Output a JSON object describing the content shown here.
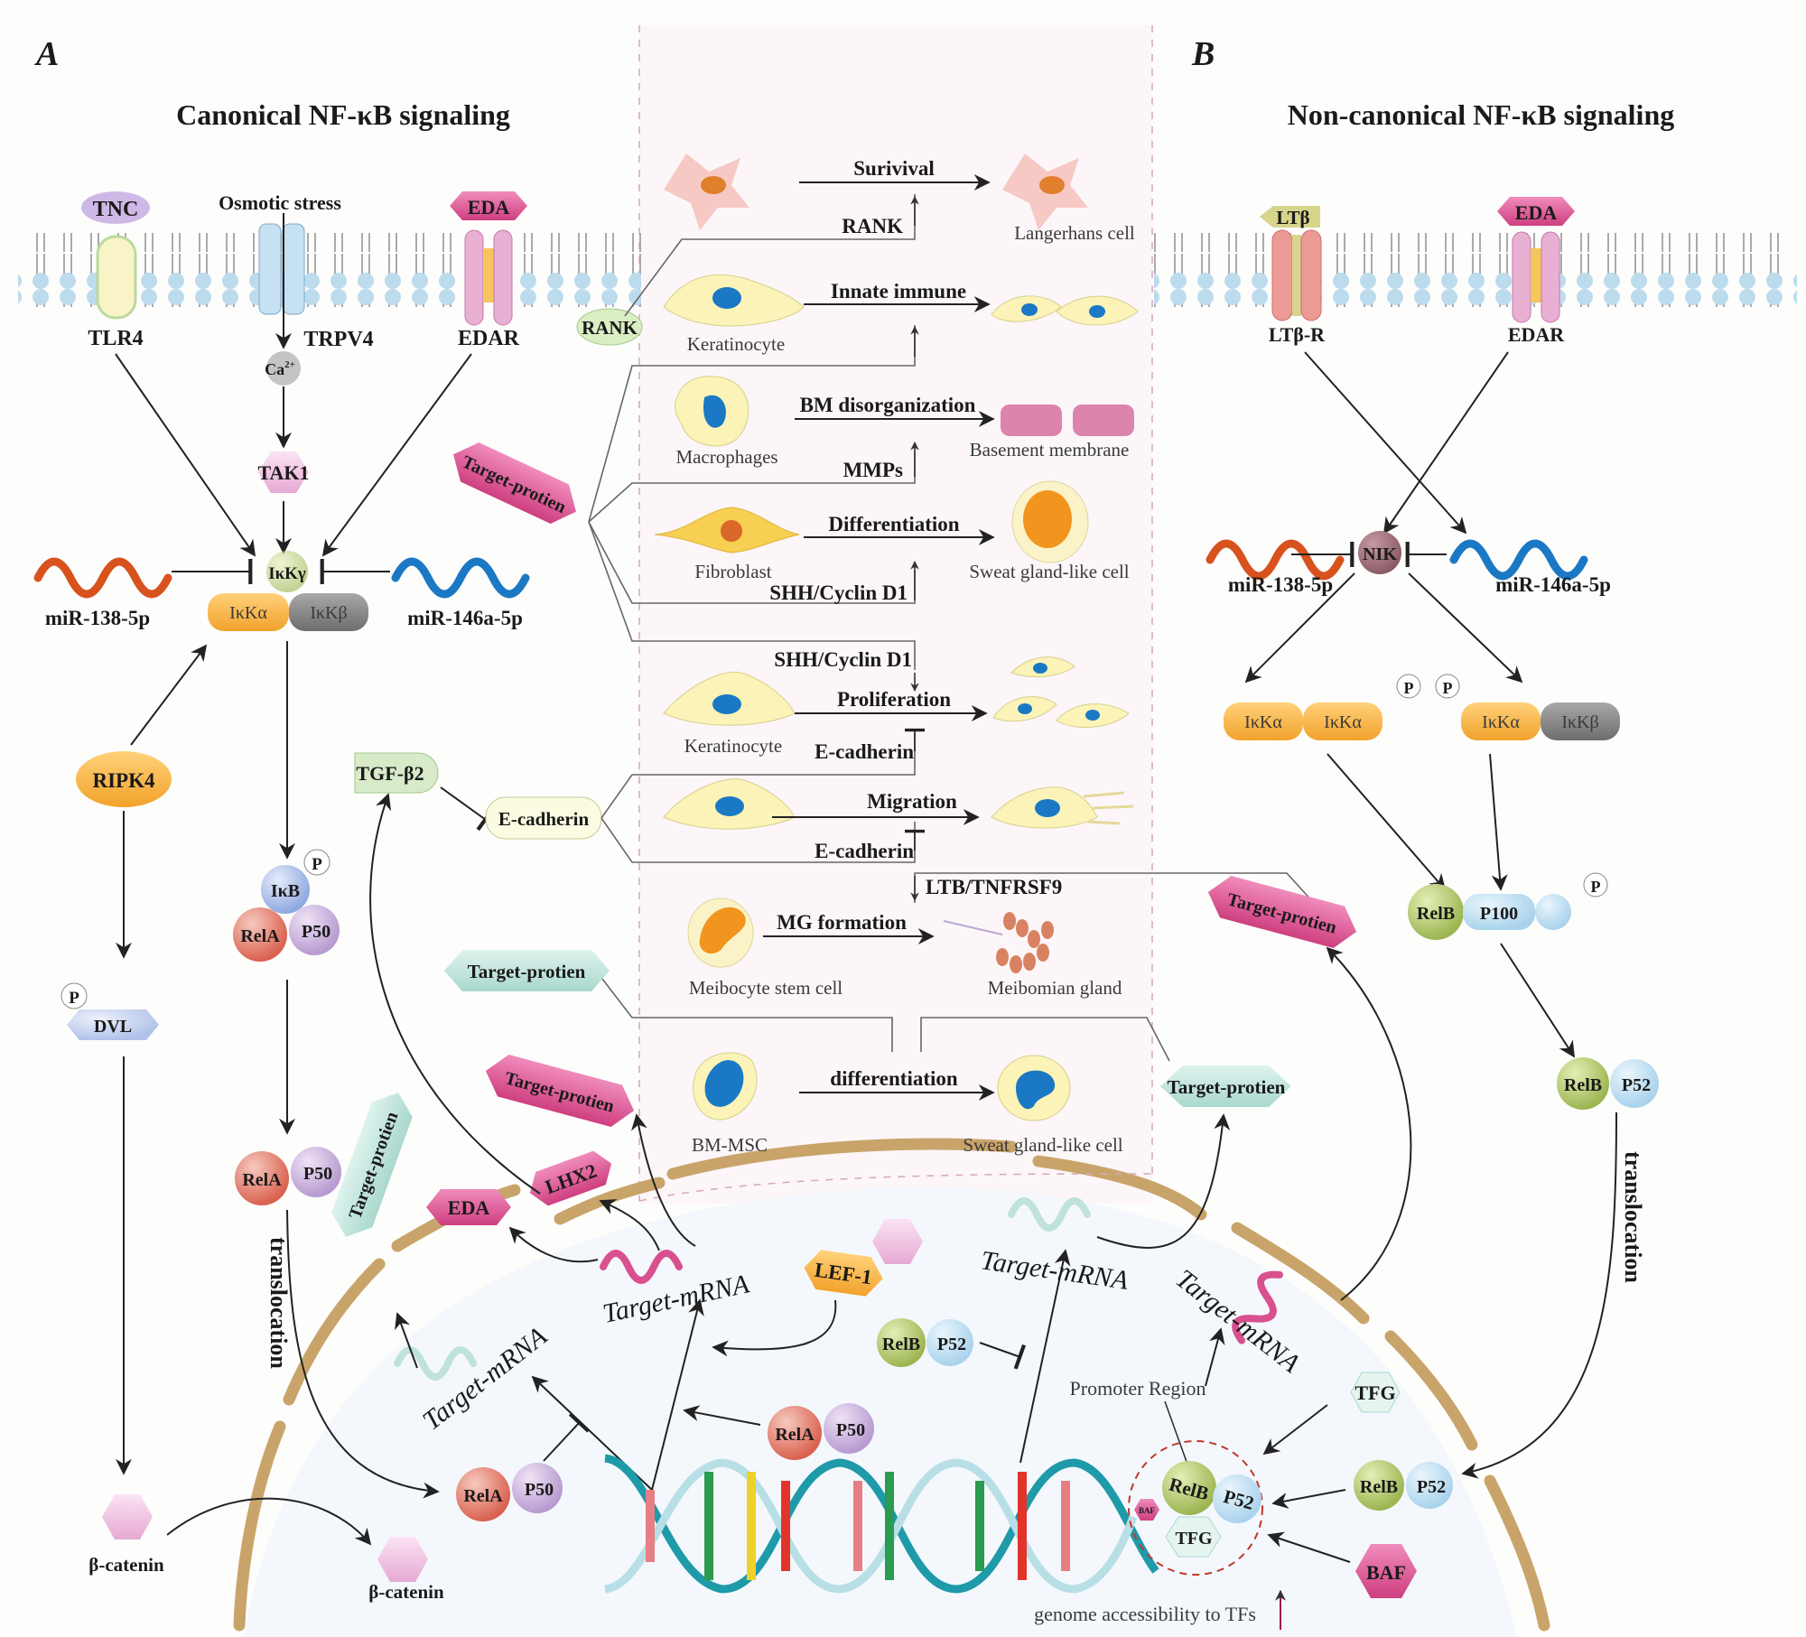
{
  "panels": {
    "a": {
      "letter": "A",
      "title": "Canonical NF-κB signaling"
    },
    "b": {
      "letter": "B",
      "title": "Non-canonical NF-κB signaling"
    }
  },
  "canonical": {
    "ligands": {
      "tnc": "TNC",
      "osmotic": "Osmotic stress",
      "eda": "EDA"
    },
    "receptors": {
      "tlr4": "TLR4",
      "trpv4": "TRPV4",
      "edar": "EDAR",
      "rank": "RANK"
    },
    "ca": "Ca",
    "ca_sup": "2+",
    "tak1": "TAK1",
    "ikk_gamma": "IκKγ",
    "ikk_alpha": "IκKα",
    "ikk_beta": "IκKβ",
    "mir138": "miR-138-5p",
    "mir146": "miR-146a-5p",
    "ripk4": "RIPK4",
    "dvl": "DVL",
    "p": "P",
    "ikb": "IκB",
    "rela": "RelA",
    "p50": "P50",
    "beta_catenin": "β-catenin",
    "tgf": "TGF-β2",
    "ecadherin": "E-cadherin",
    "target_protein": "Target-protien",
    "translocation": "translocation",
    "lhx2": "LHX2",
    "eda_out": "EDA",
    "lef1": "LEF-1",
    "target_mrna": "Target-mRNA"
  },
  "effects": {
    "rows": [
      {
        "process": "Surivival",
        "mediator": "RANK",
        "source": "",
        "target": "Langerhans cell"
      },
      {
        "process": "Innate immune",
        "mediator": "",
        "source": "Keratinocyte",
        "target": ""
      },
      {
        "process": "BM disorganization",
        "mediator": "MMPs",
        "source": "Macrophages",
        "target": "Basement membrane"
      },
      {
        "process": "Differentiation",
        "mediator": "SHH/Cyclin D1",
        "source": "Fibroblast",
        "target": "Sweat gland-like cell"
      },
      {
        "process": "Proliferation",
        "mediator": "SHH/Cyclin D1",
        "mediator2": "E-cadherin",
        "source": "Keratinocyte",
        "target": ""
      },
      {
        "process": "Migration",
        "mediator": "E-cadherin",
        "source": "",
        "target": ""
      },
      {
        "process": "MG formation",
        "mediator": "LTB/TNFRSF9",
        "source": "Meibocyte stem cell",
        "target": "Meibomian gland"
      },
      {
        "process": "differentiation",
        "mediator": "",
        "source": "BM-MSC",
        "target": "Sweat gland-like cell"
      }
    ]
  },
  "noncanonical": {
    "ltb": "LTβ",
    "ltbr": "LTβ-R",
    "eda": "EDA",
    "edar": "EDAR",
    "nik": "NIK",
    "mir138": "miR-138-5p",
    "mir146": "miR-146a-5p",
    "ikk_alpha": "IκKα",
    "ikk_beta": "IκKβ",
    "p": "P",
    "relb": "RelB",
    "p100": "P100",
    "p52": "P52",
    "translocation": "translocation",
    "target_protein": "Target-protien",
    "tfg": "TFG",
    "baf": "BAF",
    "promoter": "Promoter Region",
    "genome": "genome accessibility to TFs",
    "target_mrna": "Target-mRNA"
  },
  "colors": {
    "membrane_head": "#bcdcee",
    "nucleus": "#c9a46a",
    "effects_bg": "#fcf6f9",
    "mir138": "#d8521e",
    "mir146": "#1b78c4",
    "target_pink": "#d9508f",
    "target_teal": "#bfe3dc"
  }
}
